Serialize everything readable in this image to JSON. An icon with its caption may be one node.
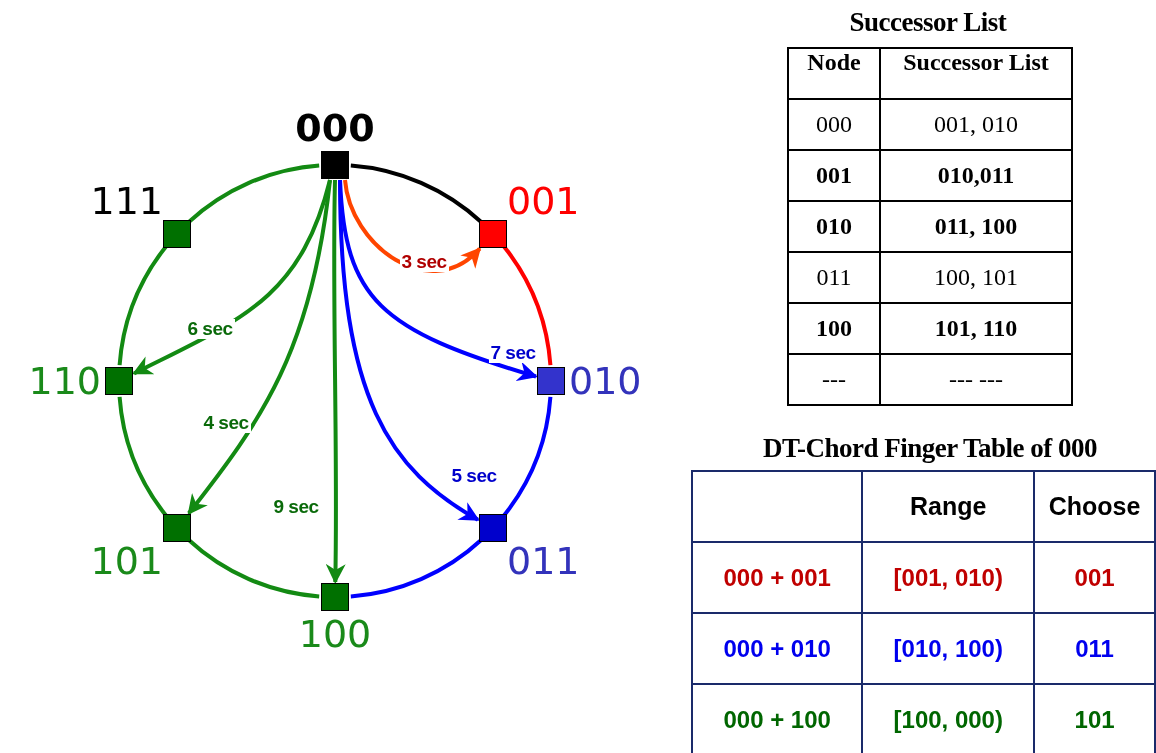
{
  "diagram": {
    "nodes": [
      {
        "text": [
          "000"
        ]
      },
      {
        "text": [
          "001"
        ]
      },
      {
        "text": [
          "010"
        ]
      },
      {
        "text": [
          "011"
        ]
      },
      {
        "text": [
          "100"
        ]
      },
      {
        "text": [
          "101"
        ]
      },
      {
        "text": [
          "110"
        ]
      },
      {
        "text": [
          "111"
        ]
      }
    ],
    "edges": [
      {
        "from": 0,
        "to": 1,
        "arrow": "to",
        "label": "3 sec",
        "color": "#ff4500"
      },
      {
        "from": 0,
        "to": 2,
        "arrow": "to",
        "label": "7 sec",
        "color": "#0000ff"
      },
      {
        "from": 0,
        "to": 3,
        "arrow": "to",
        "label": "5 sec",
        "color": "#0000ff"
      },
      {
        "from": 0,
        "to": 4,
        "arrow": "to",
        "label": "9 sec"
      },
      {
        "from": 0,
        "to": 5,
        "arrow": "to",
        "label": "4 sec"
      },
      {
        "from": 0,
        "to": 6,
        "arrow": "to",
        "label": "6 sec"
      },
      {
        "from": 0,
        "to": 1,
        "arrow": "none",
        "color": "#000000"
      },
      {
        "from": 1,
        "to": 2,
        "arrow": "none",
        "color": "#ff0000"
      },
      {
        "from": 2,
        "to": 3,
        "arrow": "none",
        "color": "#0000ff"
      },
      {
        "from": 3,
        "to": 4,
        "arrow": "none",
        "color": "#0000ff"
      },
      {
        "from": 4,
        "to": 5,
        "arrow": "none"
      },
      {
        "from": 5,
        "to": 6,
        "arrow": "none"
      },
      {
        "from": 6,
        "to": 7,
        "arrow": "none"
      },
      {
        "from": 7,
        "to": 0,
        "arrow": "none"
      }
    ],
    "labels": [
      "Successor List",
      "Node",
      "Successor List",
      "000",
      "001, 010",
      "001",
      "010,011",
      "010",
      "011, 100",
      "011",
      "100, 101",
      "100",
      "101, 110",
      "---",
      "--- ---",
      "DT-Chord Finger Table of 000",
      "Range",
      "Choose",
      "000 + 001",
      "[001, 010)",
      "001",
      "000 + 010",
      "[010, 100)",
      "011",
      "000 + 100",
      "[100, 000)",
      "101"
    ]
  }
}
